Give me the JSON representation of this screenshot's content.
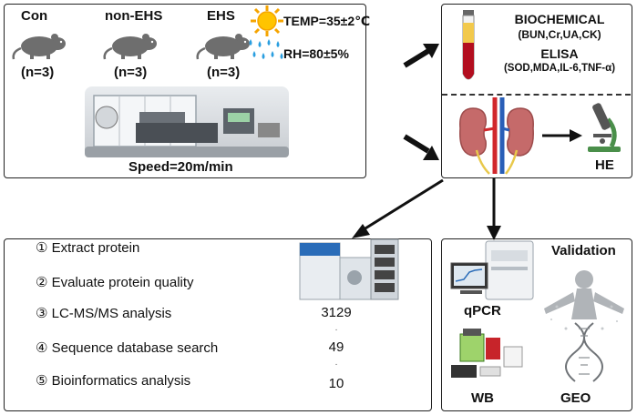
{
  "groups": [
    {
      "name": "Con",
      "n": "(n=3)"
    },
    {
      "name": "non-EHS",
      "n": "(n=3)"
    },
    {
      "name": "EHS",
      "n": "(n=3)"
    }
  ],
  "conditions": {
    "temp": "TEMP=35±2℃",
    "rh": "RH=80±5%"
  },
  "treadmill": {
    "speed": "Speed=20m/min"
  },
  "serum": {
    "biochem_title": "BIOCHEMICAL",
    "biochem_items": "(BUN,Cr,UA,CK)",
    "elisa_title": "ELISA",
    "elisa_items": "(SOD,MDA,IL-6,TNF-α)"
  },
  "kidney": {
    "he_label": "HE"
  },
  "proteomics": {
    "steps": [
      "① Extract protein",
      "② Evaluate protein quality",
      "③ LC-MS/MS analysis",
      "④ Sequence database search",
      "⑤ Bioinformatics analysis"
    ],
    "counts": [
      "3129",
      "49",
      "10"
    ]
  },
  "validation": {
    "title": "Validation",
    "qpcr": "qPCR",
    "wb": "WB",
    "geo": "GEO"
  }
}
